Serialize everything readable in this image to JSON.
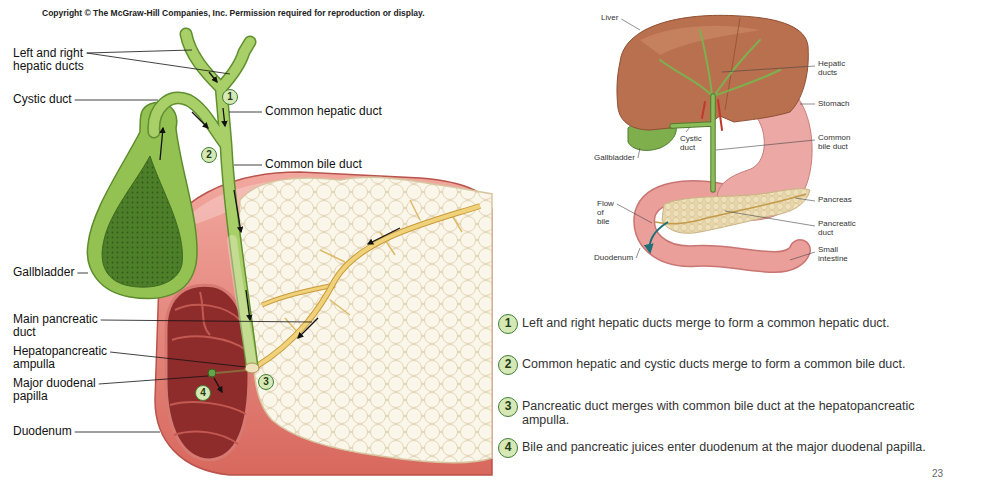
{
  "diagram": {
    "labels": [
      "Copyright © The McGraw-Hill Companies, Inc. Permission required for reproduction or display.",
      "Left and right hepatic ducts",
      "Cystic duct",
      "Common hepatic duct",
      "Common bile duct",
      "Gallbladder",
      "Main pancreatic duct",
      "Hepatopancreatic ampulla",
      "Major duodenal papilla",
      "Duodenum",
      "1",
      "2",
      "3",
      "4",
      "Liver",
      "Hepatic ducts",
      "Stomach",
      "Cystic duct",
      "Gallbladder",
      "Common bile duct",
      "Pancreas",
      "Flow of bile",
      "Pancreatic duct",
      "Duodenum",
      "Small intestine",
      "1",
      "Left and right hepatic ducts merge to form a common hepatic duct.",
      "2",
      "Common hepatic and cystic ducts merge to form a common bile duct.",
      "3",
      "Pancreatic duct merges with common bile duct at the hepatopancreatic ampulla.",
      "4",
      "Bile and pancreatic juices enter duodenum at the major duodenal papilla.",
      "23"
    ]
  }
}
